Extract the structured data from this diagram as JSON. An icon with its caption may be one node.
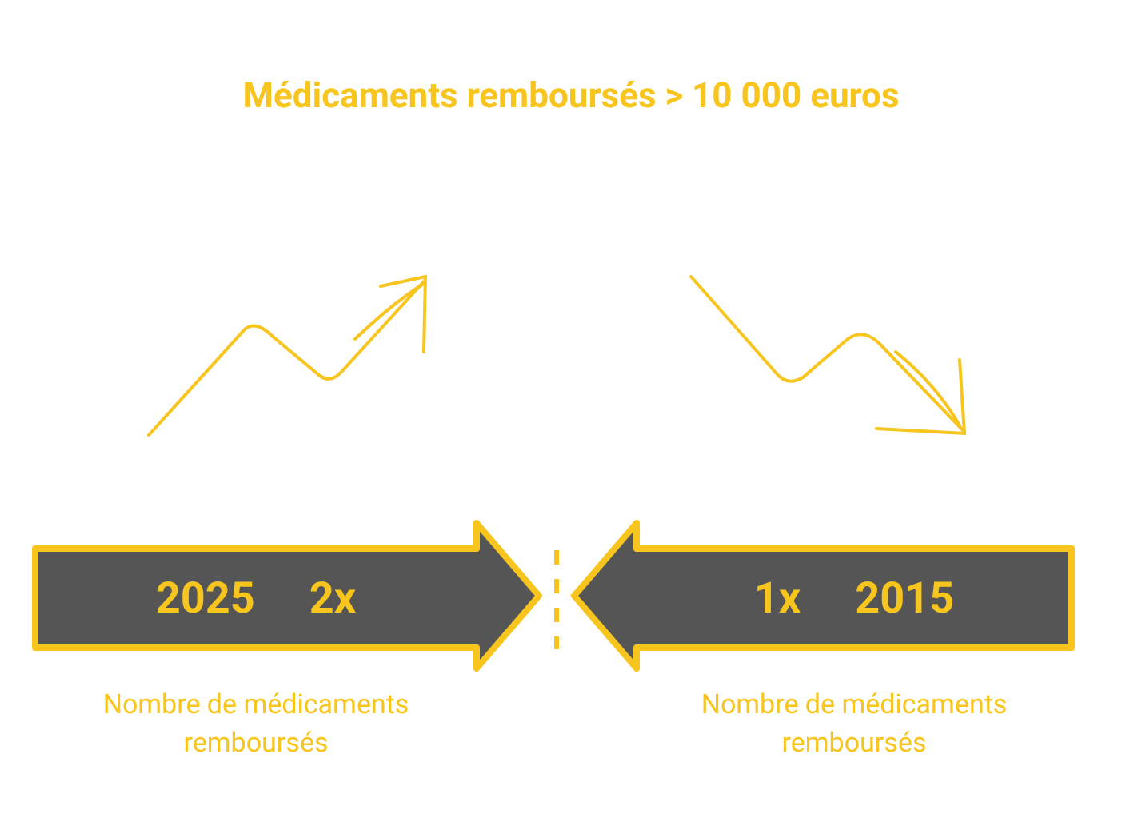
{
  "diagram": {
    "title": "Médicaments remboursés > 10 000 euros",
    "nodes": [
      {
        "text": [
          "2025",
          "2x"
        ],
        "beside": [
          "Nombre de médicaments remboursés"
        ]
      },
      {
        "text": [
          "1x",
          "2015"
        ],
        "beside": [
          "Nombre de médicaments remboursés"
        ]
      }
    ]
  }
}
